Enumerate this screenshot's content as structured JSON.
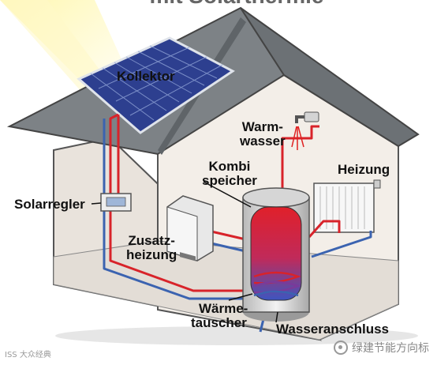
{
  "title": "mit Solarthermie",
  "labels": {
    "kollektor": "Kollektor",
    "warmwasser_1": "Warm-",
    "warmwasser_2": "wasser",
    "kombi_1": "Kombi",
    "kombi_2": "speicher",
    "heizung": "Heizung",
    "solarregler": "Solarregler",
    "zusatz_1": "Zusatz-",
    "zusatz_2": "heizung",
    "waerme_1": "Wärme-",
    "waerme_2": "tauscher",
    "wasseranschluss": "Wasseranschluss"
  },
  "footer": {
    "left": "ISS 大众经典",
    "right": "绿建节能方向标"
  },
  "colors": {
    "hot_pipe": "#d8232a",
    "cold_pipe": "#3b63b0",
    "roof": "#7d8286",
    "wall": "#f1ece6",
    "sun": "#fff59a"
  }
}
